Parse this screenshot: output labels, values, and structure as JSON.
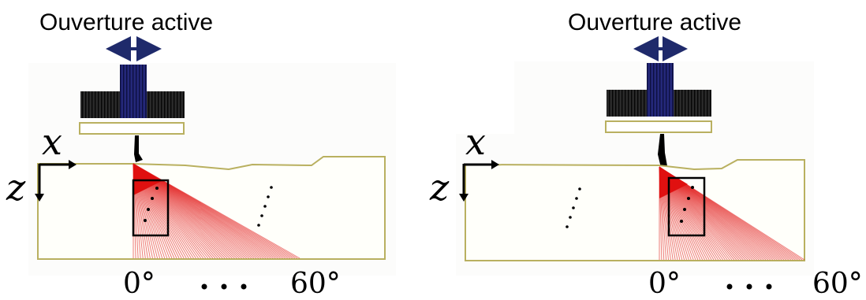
{
  "figure": {
    "panels": [
      {
        "id": "left",
        "title": "Ouverture active",
        "axis_x": "x",
        "axis_z": "z",
        "angle_start": "0°",
        "angle_end": "60°"
      },
      {
        "id": "right",
        "title": "Ouverture active",
        "axis_x": "x",
        "axis_z": "z",
        "angle_start": "0°",
        "angle_end": "60°"
      }
    ],
    "colors": {
      "active_elements": "#1c1f66",
      "inactive_elements": "#1a1a1a",
      "arrow": "#1f2a6b",
      "outline": "#b9b060",
      "beam": "#e01010",
      "specimen_fill": "#fffffa"
    },
    "icons": {
      "aperture_arrow": "double-arrow-icon",
      "axis_arrow": "axis-arrow-icon"
    }
  }
}
